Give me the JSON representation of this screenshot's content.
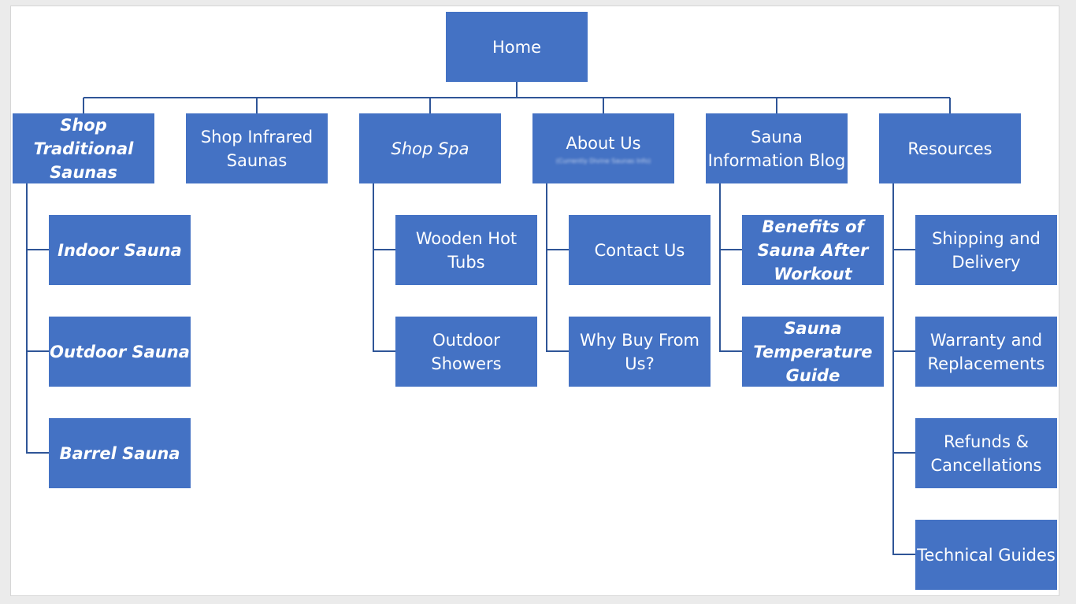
{
  "diagram": {
    "root": {
      "label": "Home"
    },
    "branches": [
      {
        "label": "Shop Traditional Saunas",
        "style": "bold-italic",
        "children": [
          {
            "label": "Indoor Sauna",
            "style": "bold-italic"
          },
          {
            "label": "Outdoor Sauna",
            "style": "bold-italic"
          },
          {
            "label": "Barrel Sauna",
            "style": "bold-italic"
          }
        ]
      },
      {
        "label": "Shop Infrared Saunas",
        "style": "regular",
        "children": []
      },
      {
        "label": "Shop Spa",
        "style": "italic",
        "children": [
          {
            "label": "Wooden Hot Tubs",
            "style": "regular"
          },
          {
            "label": "Outdoor Showers",
            "style": "regular"
          }
        ]
      },
      {
        "label": "About Us",
        "sublabel": "(Currently Divine Saunas Info)",
        "style": "regular",
        "children": [
          {
            "label": "Contact Us",
            "style": "regular"
          },
          {
            "label": "Why Buy From Us?",
            "style": "regular"
          }
        ]
      },
      {
        "label": "Sauna Information Blog",
        "style": "regular",
        "children": [
          {
            "label": "Benefits of Sauna After Workout",
            "style": "bold-italic"
          },
          {
            "label": "Sauna Temperature Guide",
            "style": "bold-italic"
          }
        ]
      },
      {
        "label": "Resources",
        "style": "regular",
        "children": [
          {
            "label": "Shipping and Delivery",
            "style": "regular"
          },
          {
            "label": "Warranty and Replacements",
            "style": "regular"
          },
          {
            "label": "Refunds & Cancellations",
            "style": "regular"
          },
          {
            "label": "Technical Guides",
            "style": "regular"
          }
        ]
      }
    ]
  },
  "colors": {
    "box_fill": "#4472c4",
    "box_text": "#ffffff",
    "connector": "#2f5597",
    "background": "#ffffff"
  }
}
